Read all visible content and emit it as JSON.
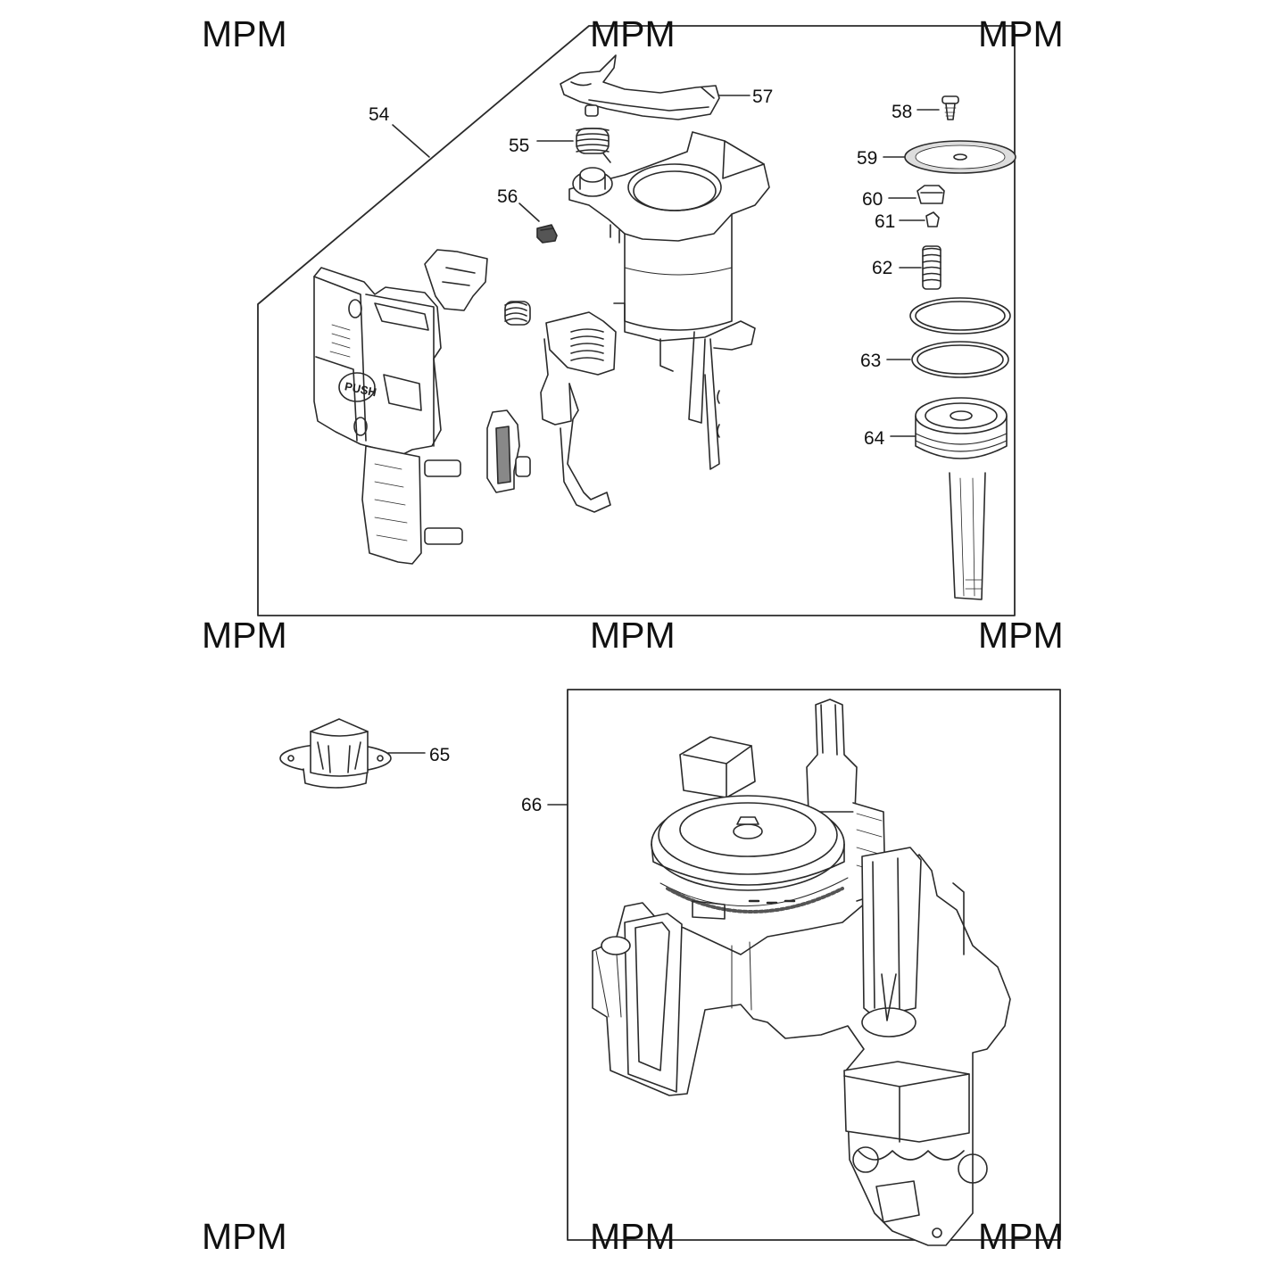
{
  "watermarks": [
    "MPM",
    "MPM",
    "MPM",
    "MPM",
    "MPM",
    "MPM",
    "MPM",
    "MPM",
    "MPM"
  ],
  "callouts": {
    "p54": "54",
    "p55": "55",
    "p56": "56",
    "p57": "57",
    "p58": "58",
    "p59": "59",
    "p60": "60",
    "p61": "61",
    "p62": "62",
    "p63": "63",
    "p64": "64",
    "p65": "65",
    "p66": "66"
  },
  "part_text": {
    "push": "PUSH"
  },
  "colors": {
    "line": "#2a2a2a",
    "fill": "#ffffff",
    "shade": "#d9d9d9",
    "dark": "#555555"
  }
}
